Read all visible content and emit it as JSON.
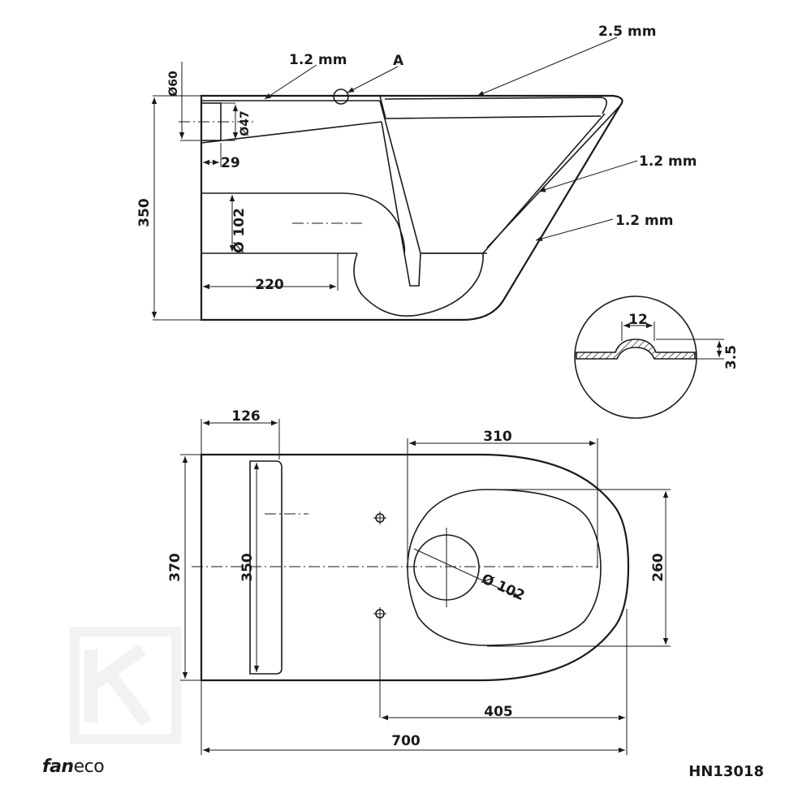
{
  "side_view": {
    "thickness_top": "1.2 mm",
    "detail_marker": "A",
    "thickness_rim": "2.5 mm",
    "thickness_bowl_inner": "1.2 mm",
    "thickness_bowl_outer": "1.2 mm",
    "dia_inlet_outer": "Ø60",
    "dia_inlet_inner": "Ø47",
    "inlet_offset": "29",
    "height": "350",
    "dia_outlet": "Ø 102",
    "outlet_length": "220"
  },
  "detail_a": {
    "width": "12",
    "height": "3.5"
  },
  "top_view": {
    "flange_width": "126",
    "bowl_length": "310",
    "overall_width": "370",
    "flange_length": "350",
    "dia_outlet": "Ø 102",
    "bowl_width": "260",
    "fixing_to_front": "405",
    "overall_length": "700"
  },
  "footer": {
    "brand_bold": "fan",
    "brand_light": "eco",
    "product_code": "HN13018"
  },
  "colors": {
    "line": "#1a1a1a",
    "watermark": "#e9e9e9"
  }
}
